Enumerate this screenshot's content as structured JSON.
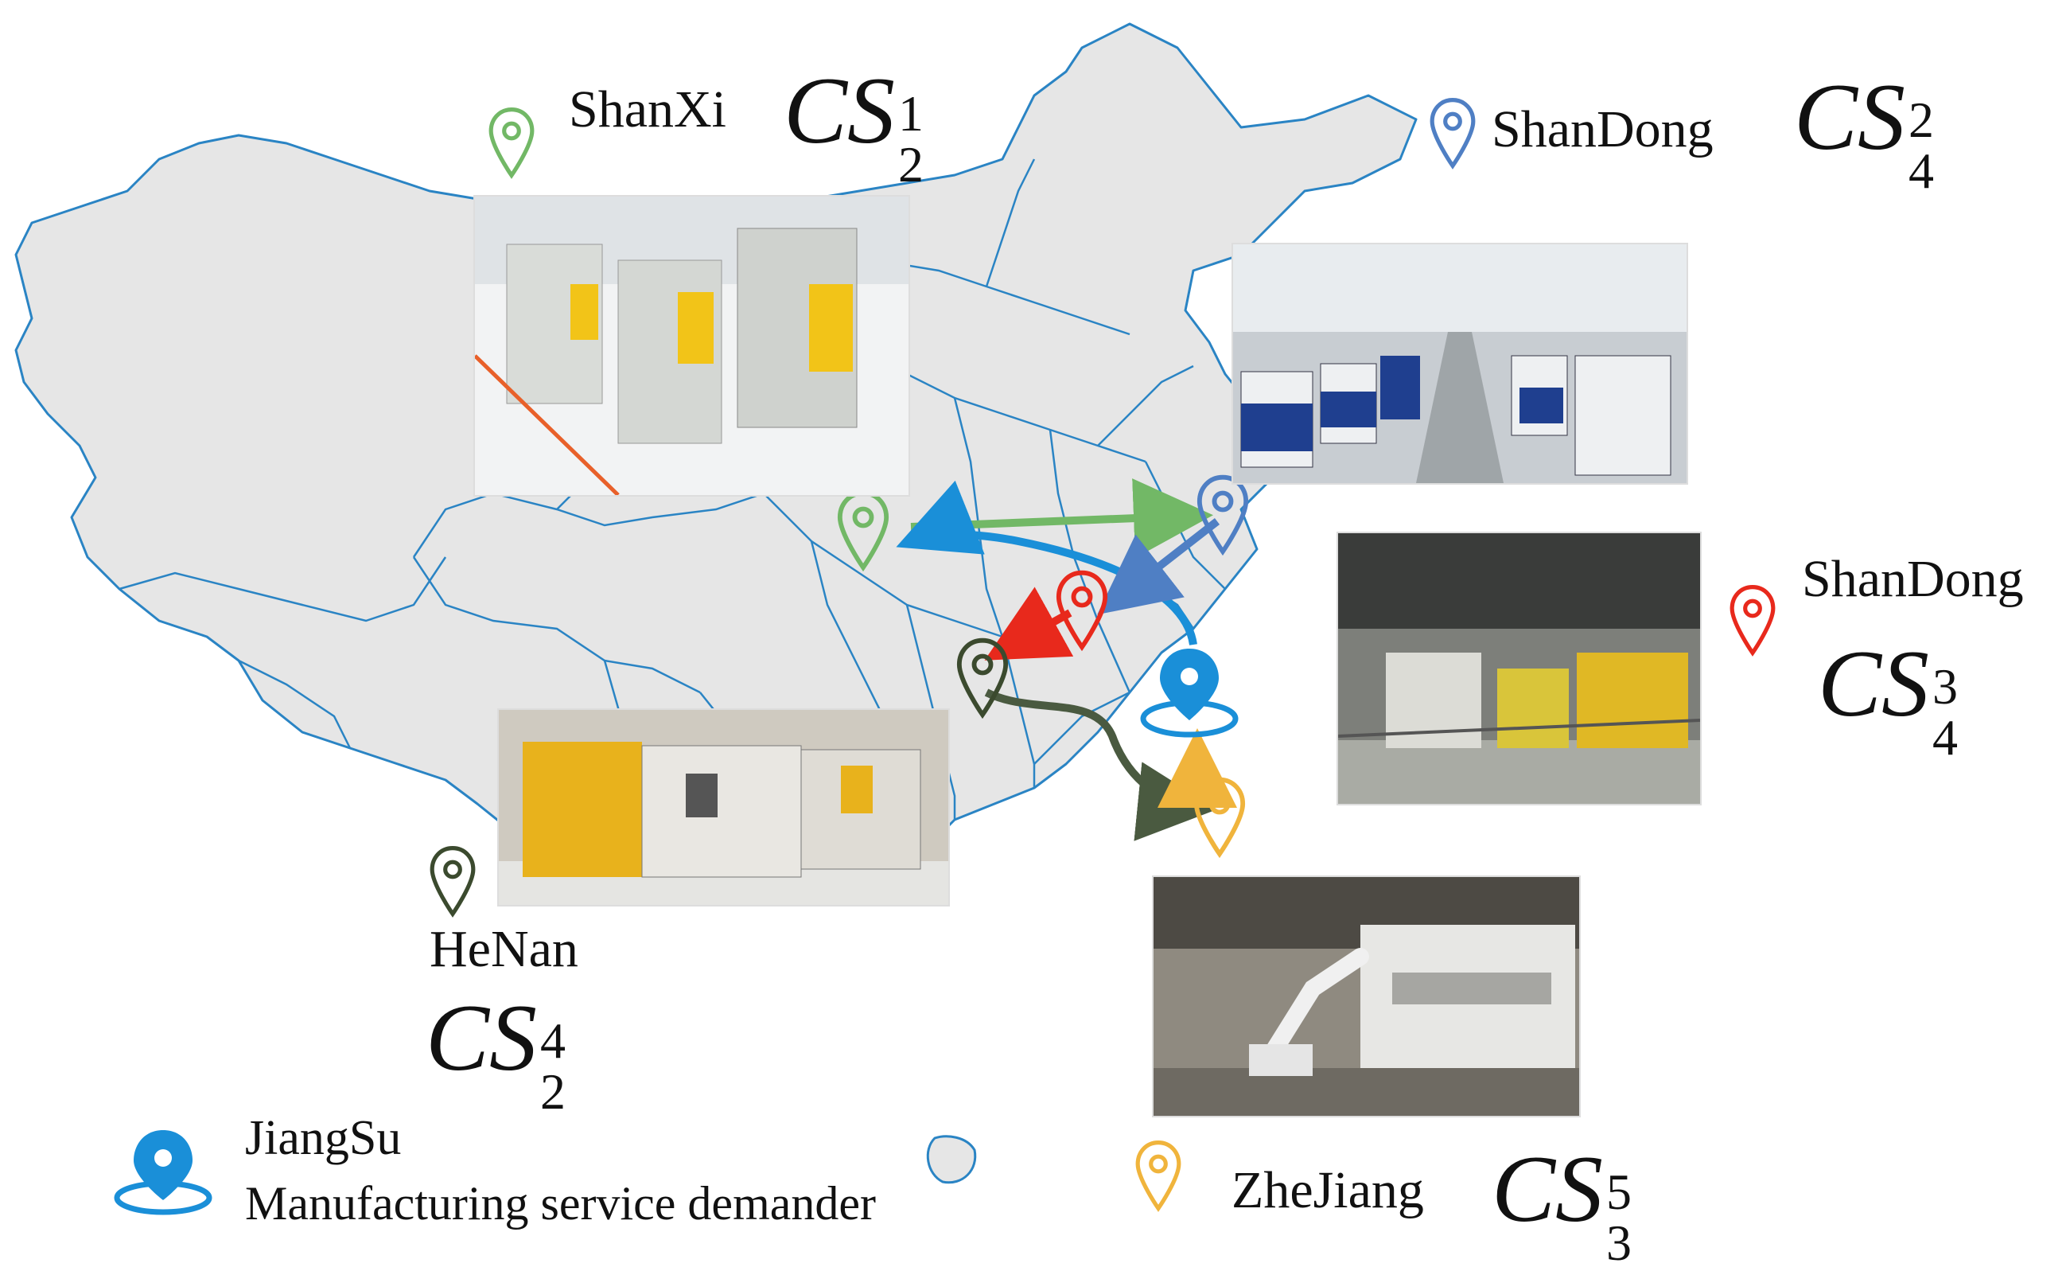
{
  "colors": {
    "map_fill": "#e6e6e6",
    "map_border": "#2a84c4",
    "shanxi": "#72b866",
    "shandong_blue": "#4f7fc4",
    "shandong_red": "#e8291c",
    "henan": "#3b4a2e",
    "zhejiang": "#f0b43c",
    "jiangsu": "#1a8fd8"
  },
  "markers": [
    {
      "id": "shanxi",
      "icon": "location-pin-icon",
      "color": "#72b866"
    },
    {
      "id": "shandong2",
      "icon": "location-pin-icon",
      "color": "#4f7fc4"
    },
    {
      "id": "shandong3",
      "icon": "location-pin-icon",
      "color": "#e8291c"
    },
    {
      "id": "henan",
      "icon": "location-pin-icon",
      "color": "#3b4a2e"
    },
    {
      "id": "zhejiang",
      "icon": "location-pin-icon",
      "color": "#f0b43c"
    },
    {
      "id": "jiangsu",
      "icon": "location-pin-ring-icon",
      "color": "#1a8fd8"
    }
  ],
  "labels": {
    "shanxi": {
      "name": "ShanXi",
      "cs": "CS",
      "sup": "1",
      "sub": "2"
    },
    "shandong2": {
      "name": "ShanDong",
      "cs": "CS",
      "sup": "2",
      "sub": "4"
    },
    "shandong3": {
      "name": "ShanDong",
      "cs": "CS",
      "sup": "3",
      "sub": "4"
    },
    "henan": {
      "name": "HeNan",
      "cs": "CS",
      "sup": "4",
      "sub": "2"
    },
    "zhejiang": {
      "name": "ZheJiang",
      "cs": "CS",
      "sup": "5",
      "sub": "3"
    },
    "jiangsu": {
      "name": "JiangSu",
      "role": "Manufacturing service demander"
    }
  },
  "photos": [
    {
      "id": "shanxi-factory-photo",
      "subject": "white machining centers with yellow panels"
    },
    {
      "id": "shandong2-factory-photo",
      "subject": "long hall of blue-white machine tools"
    },
    {
      "id": "shandong3-factory-photo",
      "subject": "automated production line"
    },
    {
      "id": "henan-factory-photo",
      "subject": "yellow-white enclosed machine"
    },
    {
      "id": "zhejiang-factory-photo",
      "subject": "robot arm at press brake"
    }
  ]
}
